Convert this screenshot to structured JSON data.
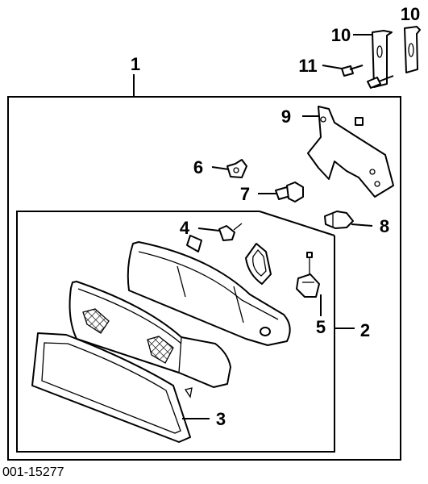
{
  "callouts": {
    "c1": "1",
    "c2": "2",
    "c3": "3",
    "c4": "4",
    "c5": "5",
    "c6": "6",
    "c7": "7",
    "c8": "8",
    "c9": "9",
    "c10a": "10",
    "c10b": "10",
    "c11": "11"
  },
  "figure_id": "001-15277"
}
